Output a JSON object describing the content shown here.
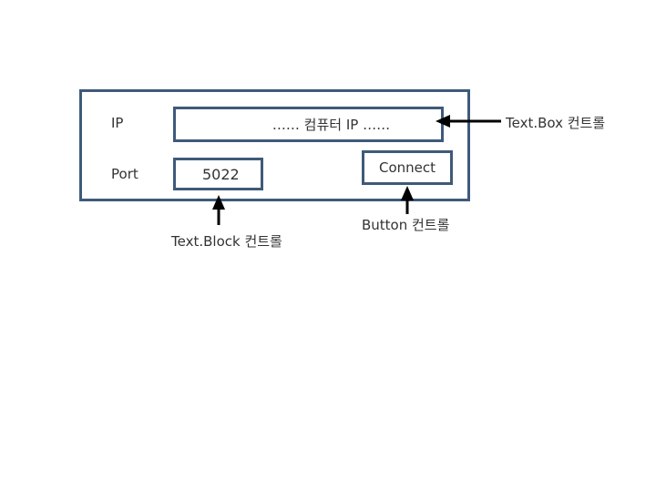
{
  "form": {
    "ip_label": "IP",
    "port_label": "Port",
    "ip_value": "…… 컴퓨터 IP ……",
    "port_value": "5022",
    "connect_label": "Connect"
  },
  "annotations": {
    "textbox": "Text.Box 컨트롤",
    "textblock": "Text.Block 컨트롤",
    "button": "Button 컨트롤"
  },
  "colors": {
    "border": "#3f5a7a",
    "arrow": "#000000",
    "text": "#333333"
  }
}
